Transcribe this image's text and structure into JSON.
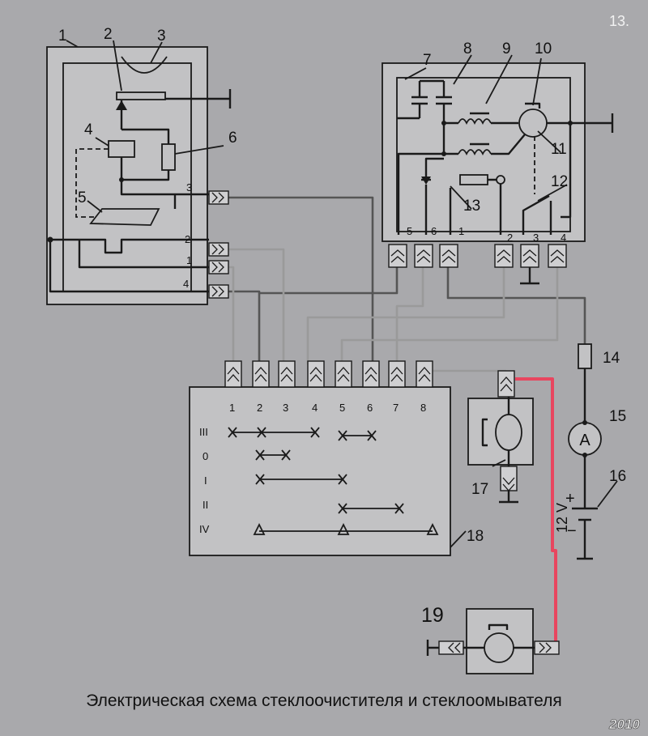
{
  "page_number": "13.",
  "caption": "Электрическая схема стеклоочистителя и стеклоомывателя",
  "watermark": "2010",
  "component_numbers": [
    "1",
    "2",
    "3",
    "4",
    "5",
    "6",
    "7",
    "8",
    "9",
    "10",
    "11",
    "12",
    "13",
    "14",
    "15",
    "16",
    "17",
    "18",
    "19"
  ],
  "left_block_pins": [
    "3",
    "2",
    "1",
    "4"
  ],
  "right_block_pins": [
    "5",
    "6",
    "1",
    "2",
    "3",
    "4"
  ],
  "switch_pins": [
    "1",
    "2",
    "3",
    "4",
    "5",
    "6",
    "7",
    "8"
  ],
  "switch_positions": [
    "III",
    "0",
    "I",
    "II",
    "IV"
  ],
  "ammeter_symbol": "A",
  "battery_voltage": "12 V",
  "battery_plus": "+",
  "battery_minus": "−"
}
